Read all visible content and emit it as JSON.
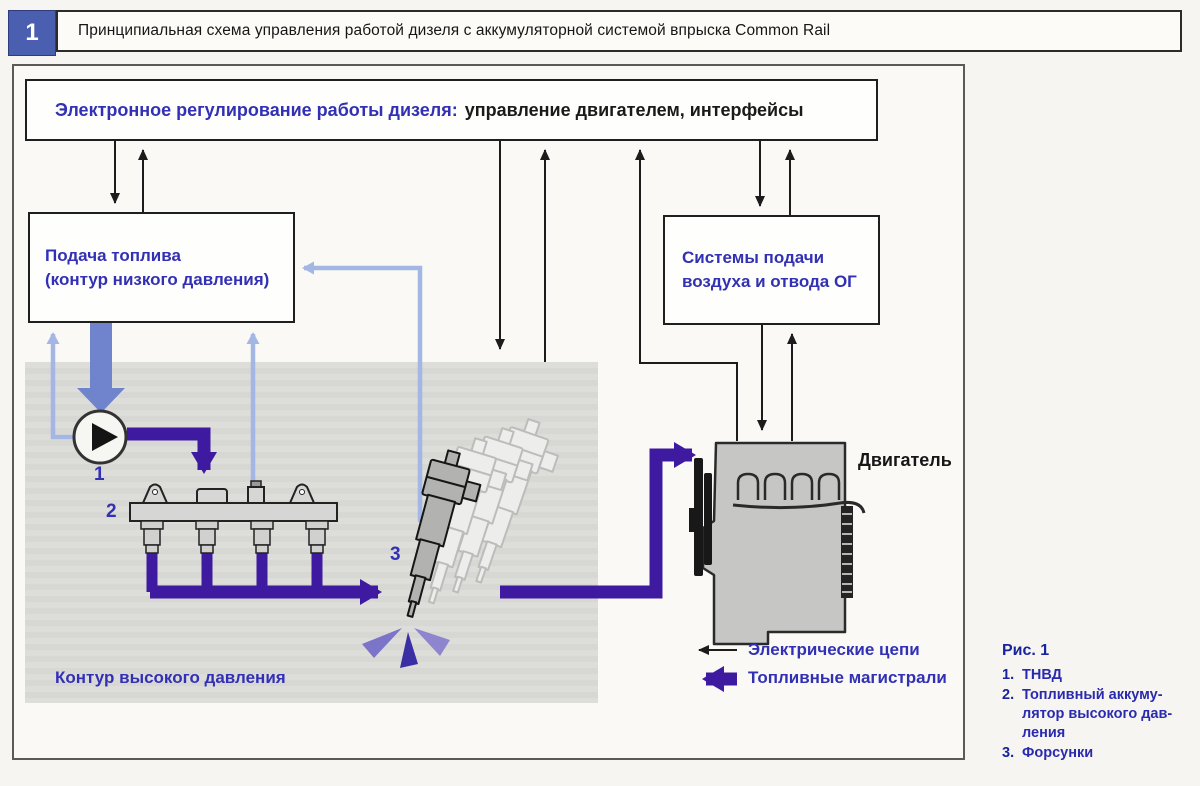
{
  "figure": {
    "number": "1",
    "title": "Принципиальная схема управления работой дизеля с аккумуляторной системой впрыска Common Rail"
  },
  "blocks": {
    "ecu": {
      "blue": "Электронное регулирование работы дизеля:",
      "black": "управление двигателем, интерфейсы"
    },
    "fuel_supply": {
      "line1": "Подача топлива",
      "line2": "(контур низкого давления)"
    },
    "air_system": {
      "line1": "Системы подачи",
      "line2": "воздуха и отвода ОГ"
    },
    "engine_label": "Двигатель",
    "zone_label": "Контур высокого давления"
  },
  "markers": {
    "pump": "1",
    "rail": "2",
    "injector": "3"
  },
  "legend": {
    "electrical": "Электрические цепи",
    "fuel": "Топливные магистрали"
  },
  "caption": {
    "title": "Рис. 1",
    "items": [
      {
        "num": "1.",
        "lines": [
          "ТНВД"
        ]
      },
      {
        "num": "2.",
        "lines": [
          "Топливный аккуму-",
          "лятор высокого дав-",
          "ления"
        ]
      },
      {
        "num": "3.",
        "lines": [
          "Форсунки"
        ]
      }
    ]
  },
  "colors": {
    "blue_text": "#3230b4",
    "fuel_line": "#3d1aa0",
    "low_pressure_line": "#a3b6e4",
    "supply_arrow": "#7084cd",
    "electrical_line": "#1c1c1c",
    "badge_bg": "#4a5fb0",
    "zone_bg": "#dbdbd8"
  }
}
